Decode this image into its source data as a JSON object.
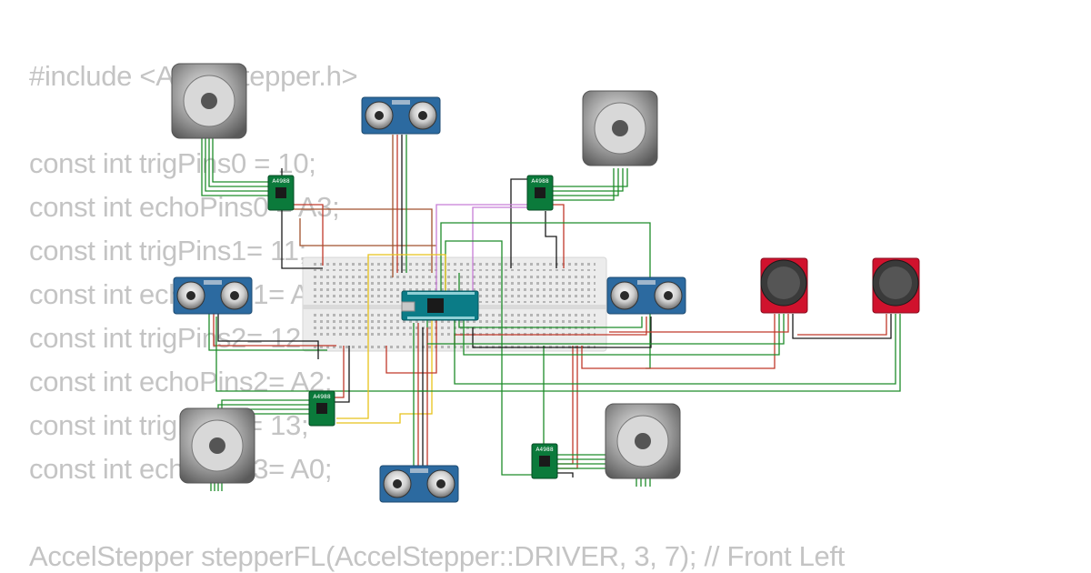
{
  "code_lines": [
    "#include <AccelStepper.h>",
    "",
    "const int trigPins0 = 10;",
    "const int echoPins0 = A3;",
    "const int trigPins1= 11;",
    "const int echoPins1= A1;",
    "const int trigPins2= 12;",
    "const int echoPins2= A2;",
    "const int trigPins3= 13;",
    "const int echoPins3= A0;",
    "",
    "AccelStepper stepperFL(AccelStepper::DRIVER, 3, 7); // Front Left"
  ],
  "driver_label": "A4988",
  "colors": {
    "code_text": "#c4c4c4",
    "wire_green": "#1e8c2a",
    "wire_red": "#c0392b",
    "wire_black": "#1a1a1a",
    "wire_yellow": "#e8c21a",
    "wire_brown": "#a0522d",
    "wire_violet": "#c77dd6",
    "driver_board": "#0b7a3b",
    "sensor_board": "#2c6aa0",
    "joystick_board": "#d0122d",
    "nano_board": "#0b7c87"
  }
}
